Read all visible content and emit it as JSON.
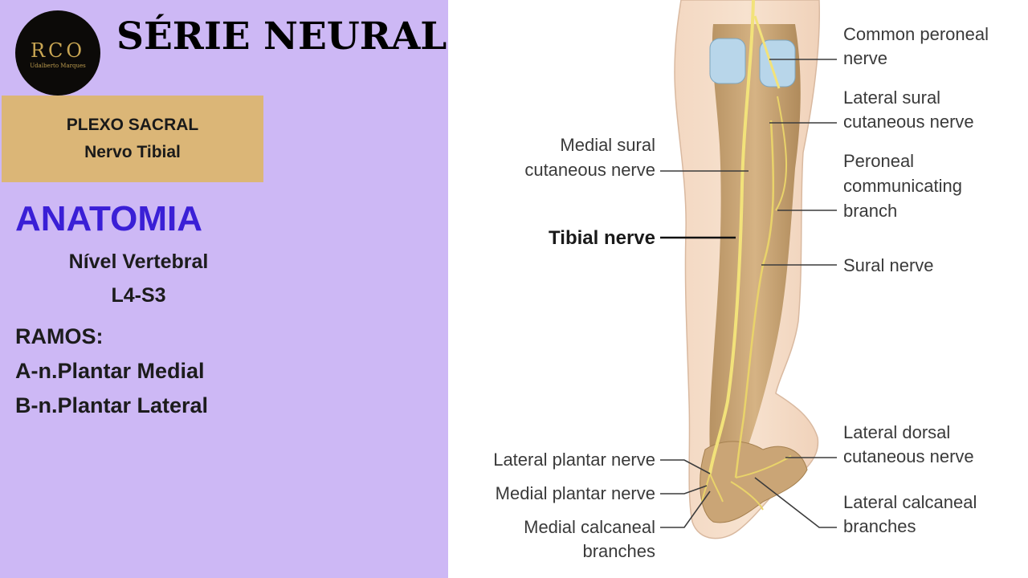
{
  "logo": {
    "monogram": "RCO",
    "subtitle": "Udalberto Marques"
  },
  "header": {
    "title": "SÉRIE NEURAL"
  },
  "tag": {
    "line1": "PLEXO SACRAL",
    "line2": "Nervo Tibial"
  },
  "section": {
    "heading": "ANATOMIA",
    "level_label": "Nível Vertebral",
    "level_value": "L4-S3",
    "branches_title": "RAMOS:",
    "branch_a": "A-n.Plantar Medial",
    "branch_b": "B-n.Plantar Lateral"
  },
  "diagram": {
    "labels": {
      "common_peroneal_1": "Common peroneal",
      "common_peroneal_2": "nerve",
      "lateral_sural_1": "Lateral sural",
      "lateral_sural_2": "cutaneous nerve",
      "medial_sural_1": "Medial sural",
      "medial_sural_2": "cutaneous nerve",
      "peroneal_comm_1": "Peroneal",
      "peroneal_comm_2": "communicating",
      "peroneal_comm_3": "branch",
      "tibial": "Tibial nerve",
      "sural": "Sural nerve",
      "lateral_plantar": "Lateral plantar nerve",
      "medial_plantar": "Medial plantar nerve",
      "medial_calcaneal_1": "Medial calcaneal",
      "medial_calcaneal_2": "branches",
      "lateral_dorsal_1": "Lateral dorsal",
      "lateral_dorsal_2": "cutaneous nerve",
      "lateral_calcaneal_1": "Lateral calcaneal",
      "lateral_calcaneal_2": "branches"
    }
  }
}
